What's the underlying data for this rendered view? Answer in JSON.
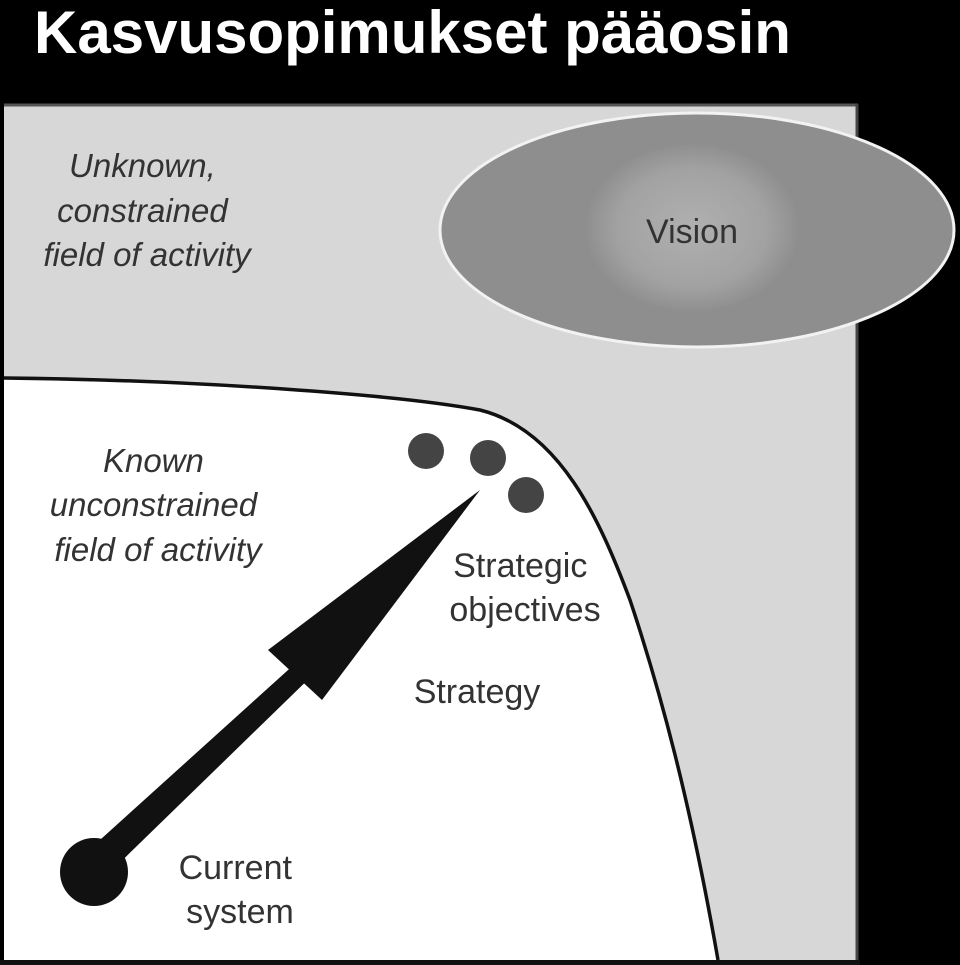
{
  "title": "Kasvusopimukset pääosin",
  "diagram": {
    "unknown_field": [
      "Unknown,",
      "constrained",
      "field of activity"
    ],
    "vision": "Vision",
    "known_field": [
      "Known",
      "unconstrained",
      "field of activity"
    ],
    "strategic_objectives": [
      "Strategic",
      "objectives"
    ],
    "strategy": "Strategy",
    "current_system": [
      "Current",
      "system"
    ]
  },
  "colors": {
    "background": "#000000",
    "unknown_area": "#d7d7d7",
    "known_area": "#ffffff",
    "vision_outer": "#8e8e8e",
    "vision_inner": "#a8a8a8",
    "arrow": "#111111",
    "objective_dots": "#444444"
  }
}
